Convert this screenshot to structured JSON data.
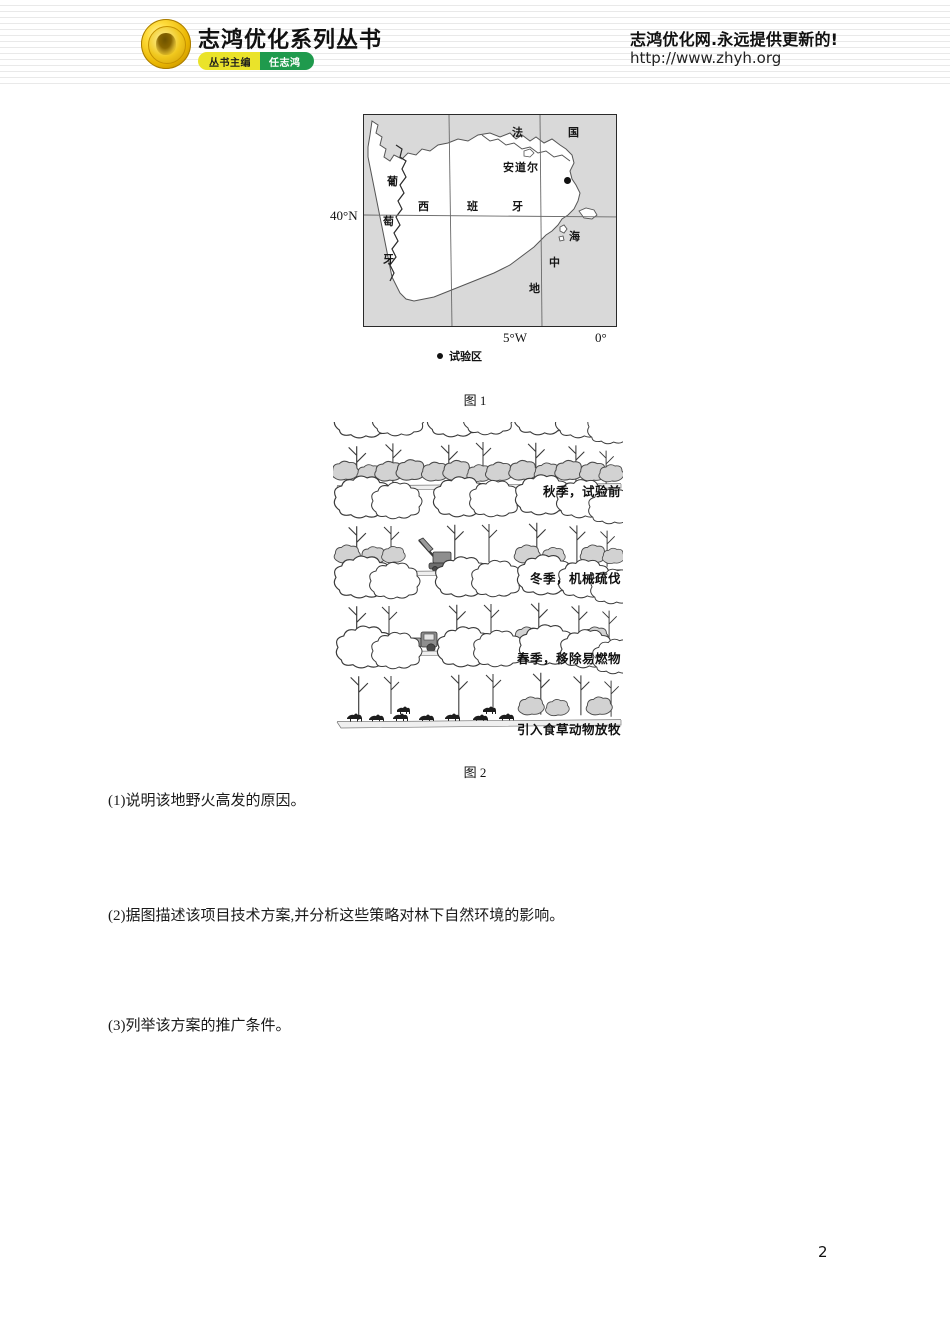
{
  "header": {
    "brand_title": "志鸿优化系列丛书",
    "editor_label": "丛书主编",
    "editor_name": "任志鸿",
    "site_name": "志鸿优化网.永远提供更新的!",
    "site_url": "http://www.zhyh.org",
    "logo_icon": "gold-medallion-icon",
    "colors": {
      "pill_yellow": "#eae32a",
      "pill_green": "#1f9a4d",
      "logo_gold": "#e9b500"
    }
  },
  "figure1": {
    "caption": "图 1",
    "legend": {
      "symbol": "filled-dot-icon",
      "text": "试验区"
    },
    "axis": {
      "latitude": "40°N",
      "longitude_left": "5°W",
      "longitude_right": "0°"
    },
    "map_labels": {
      "france_1": "法",
      "france_2": "国",
      "andorra": "安道尔",
      "spain_1": "西",
      "spain_2": "班",
      "spain_3": "牙",
      "portugal_1": "葡",
      "portugal_2": "萄",
      "portugal_3": "牙",
      "mediterranean_1": "海",
      "mediterranean_2": "中",
      "mediterranean_3": "地"
    }
  },
  "figure2": {
    "caption": "图 2",
    "panels": [
      {
        "caption": "秋季，试验前"
      },
      {
        "caption": "冬季，机械疏伐"
      },
      {
        "caption": "春季，移除易燃物"
      },
      {
        "caption": "引入食草动物放牧"
      }
    ]
  },
  "questions": [
    {
      "text": "(1)说明该地野火高发的原因。"
    },
    {
      "text": "(2)据图描述该项目技术方案,并分析这些策略对林下自然环境的影响。"
    },
    {
      "text": "(3)列举该方案的推广条件。"
    }
  ],
  "footer": {
    "page_number": "2"
  }
}
